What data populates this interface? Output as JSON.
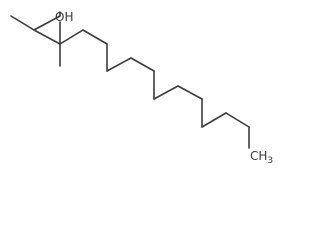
{
  "molecule": {
    "labels": {
      "hydroxyl": "OH",
      "terminal_methyl": "CH",
      "terminal_methyl_subscript": "3"
    },
    "colors": {
      "bond": "#3c3c3c",
      "text": "#3c3c3c",
      "background": "#ffffff"
    }
  }
}
